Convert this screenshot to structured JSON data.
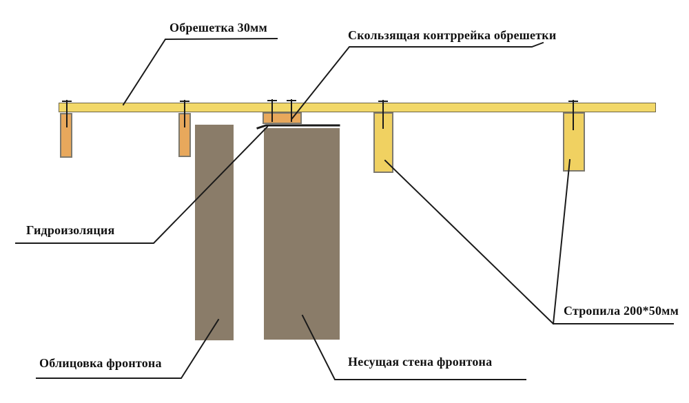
{
  "diagram": {
    "type": "construction-cross-section",
    "language": "ru",
    "labels": {
      "lathing": "Обрешетка 30мм",
      "counter_batten": "Скользящая контррейка обрешетки",
      "waterproofing": "Гидроизоляция",
      "cladding": "Облицовка фронтона",
      "bearing_wall": "Несущая стена фронтона",
      "rafters": "Стропила 200*50мм"
    },
    "colors": {
      "background": "#ffffff",
      "batten_fill": "#F2D869",
      "batten_border": "#6b6347",
      "counter_batten_fill": "#E8A85C",
      "rafter_fill": "#F0D161",
      "block_border": "#7c786d",
      "wall_fill": "#8A7C69",
      "line": "#1a1a1a"
    },
    "parts": [
      {
        "name": "batten-board",
        "label_key": "lathing"
      },
      {
        "name": "counter-batten",
        "label_key": "counter_batten"
      },
      {
        "name": "waterproofing-line",
        "label_key": "waterproofing"
      },
      {
        "name": "wall-left",
        "label_key": "cladding"
      },
      {
        "name": "wall-right",
        "label_key": "bearing_wall"
      },
      {
        "name": "rafter-yellow-1",
        "label_key": "rafters"
      },
      {
        "name": "rafter-yellow-2",
        "label_key": "rafters"
      }
    ]
  }
}
